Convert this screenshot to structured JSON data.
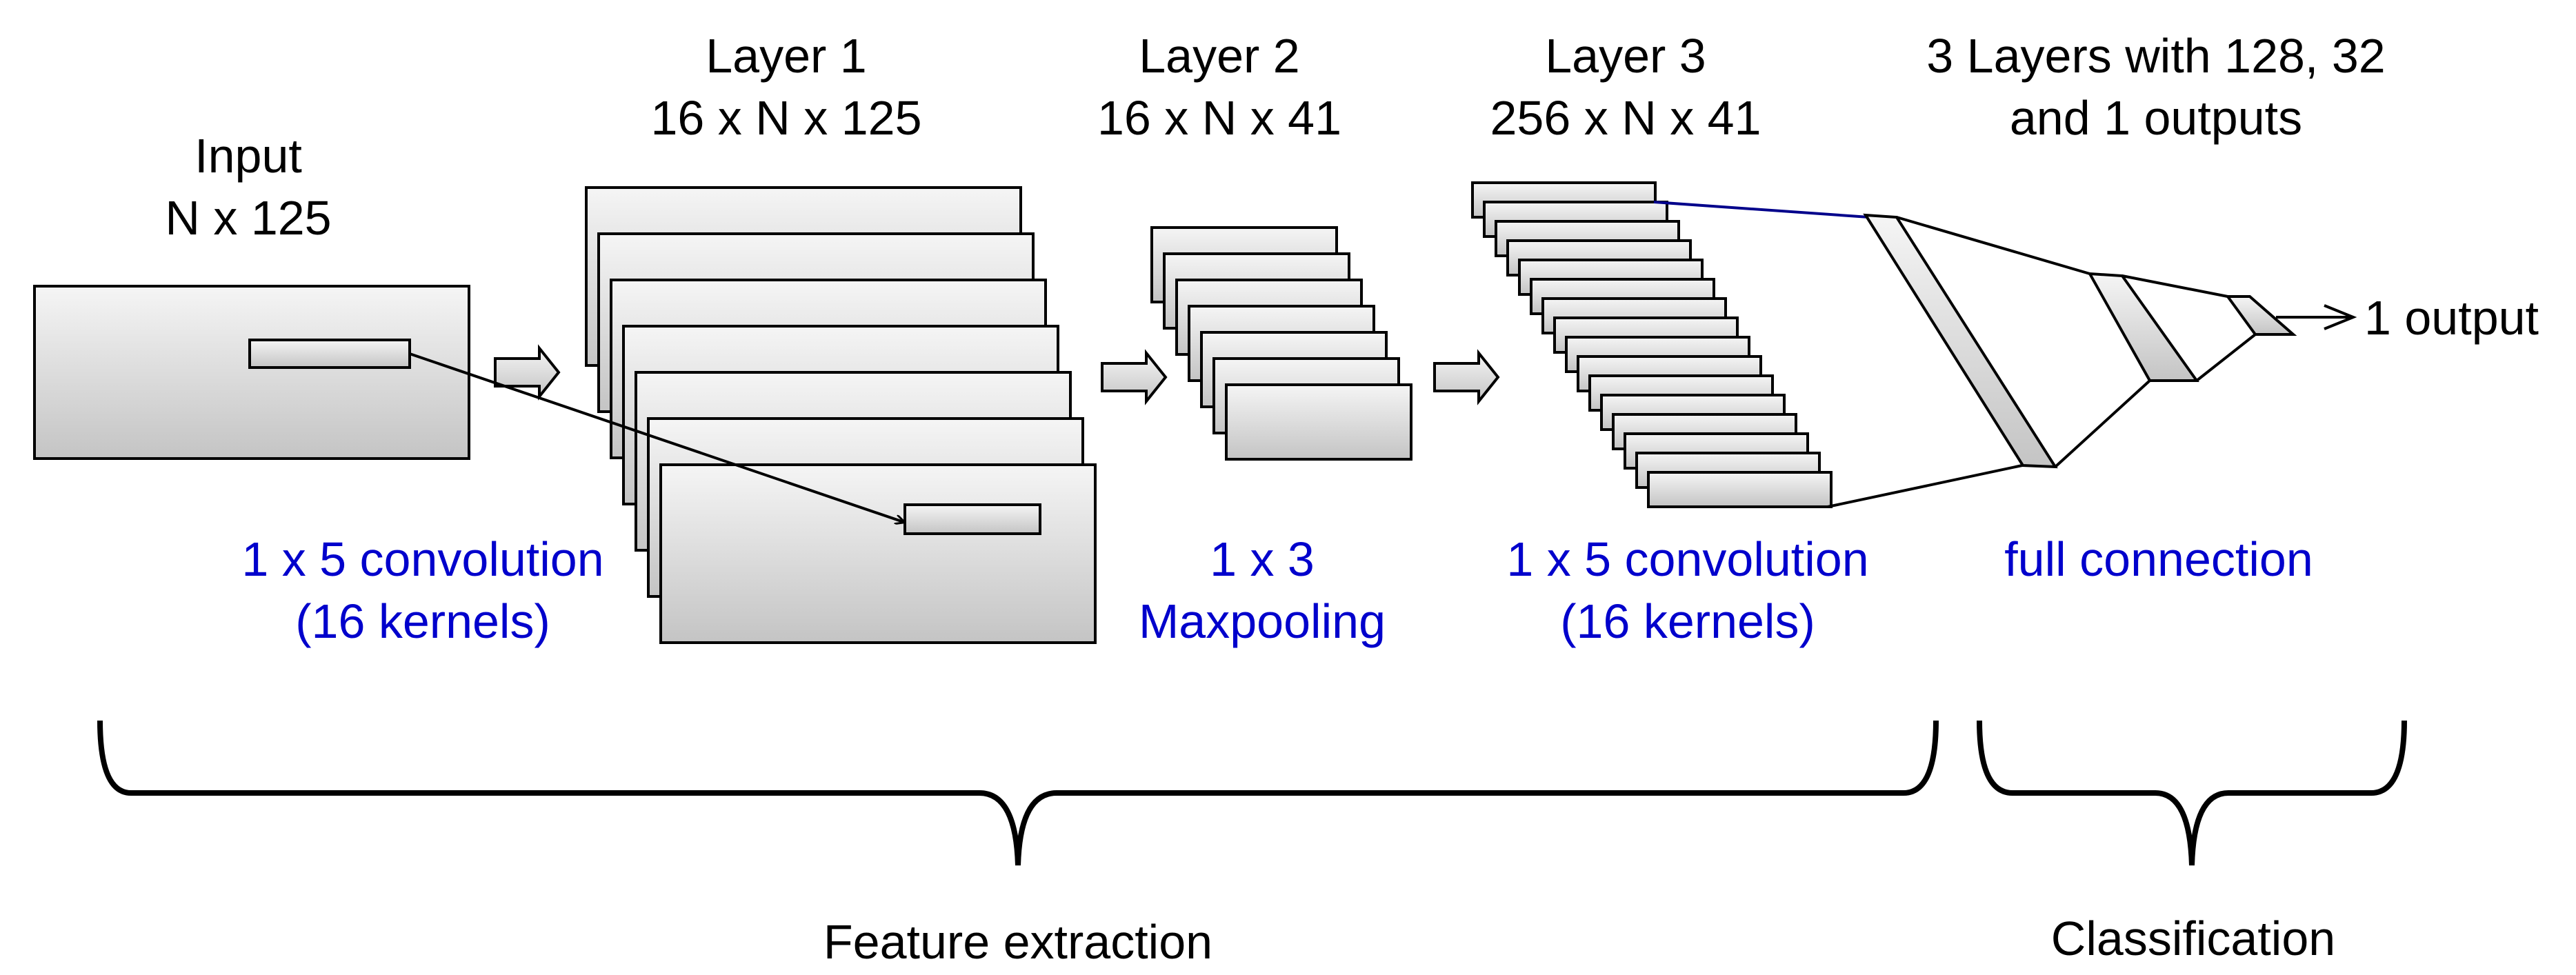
{
  "colors": {
    "text": "#000000",
    "op_text": "#0000CC",
    "box_stroke": "#000000",
    "box_fill_top": "#F5F5F5",
    "box_fill_bottom": "#C4C4C4",
    "link_line": "#00008B"
  },
  "input": {
    "title": "Input",
    "dims": "N x 125"
  },
  "layer1": {
    "title": "Layer 1",
    "dims": "16 x N x 125"
  },
  "layer2": {
    "title": "Layer 2",
    "dims": "16 x N x 41"
  },
  "layer3": {
    "title": "Layer 3",
    "dims": "256 x N x 41"
  },
  "fc": {
    "title_line1": "3 Layers with 128, 32",
    "title_line2": "and 1 outputs"
  },
  "ops": {
    "conv1_line1": "1 x 5 convolution",
    "conv1_line2": "(16 kernels)",
    "pool_line1": "1 x 3",
    "pool_line2": "Maxpooling",
    "conv2_line1": "1 x 5 convolution",
    "conv2_line2": "(16 kernels)",
    "fc": "full connection"
  },
  "output_label": "1 output",
  "groups": {
    "feature": "Feature extraction",
    "classification": "Classification"
  },
  "layer_counts": {
    "layer1_stack": 7,
    "layer2_stack": 7,
    "layer3_stack": 16
  }
}
